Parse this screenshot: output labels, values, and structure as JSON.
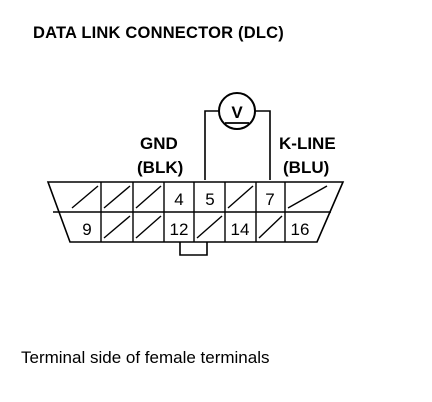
{
  "title": "DATA LINK CONNECTOR (DLC)",
  "caption": "Terminal side of female terminals",
  "meter": {
    "symbol": "V"
  },
  "gnd": {
    "name": "GND",
    "wire": "(BLK)"
  },
  "kline": {
    "name": "K-LINE",
    "wire": "(BLU)"
  },
  "top_row": [
    "",
    "",
    "",
    "4",
    "5",
    "",
    "7",
    ""
  ],
  "bottom_row": [
    "9",
    "",
    "",
    "12",
    "",
    "14",
    "",
    "16"
  ]
}
